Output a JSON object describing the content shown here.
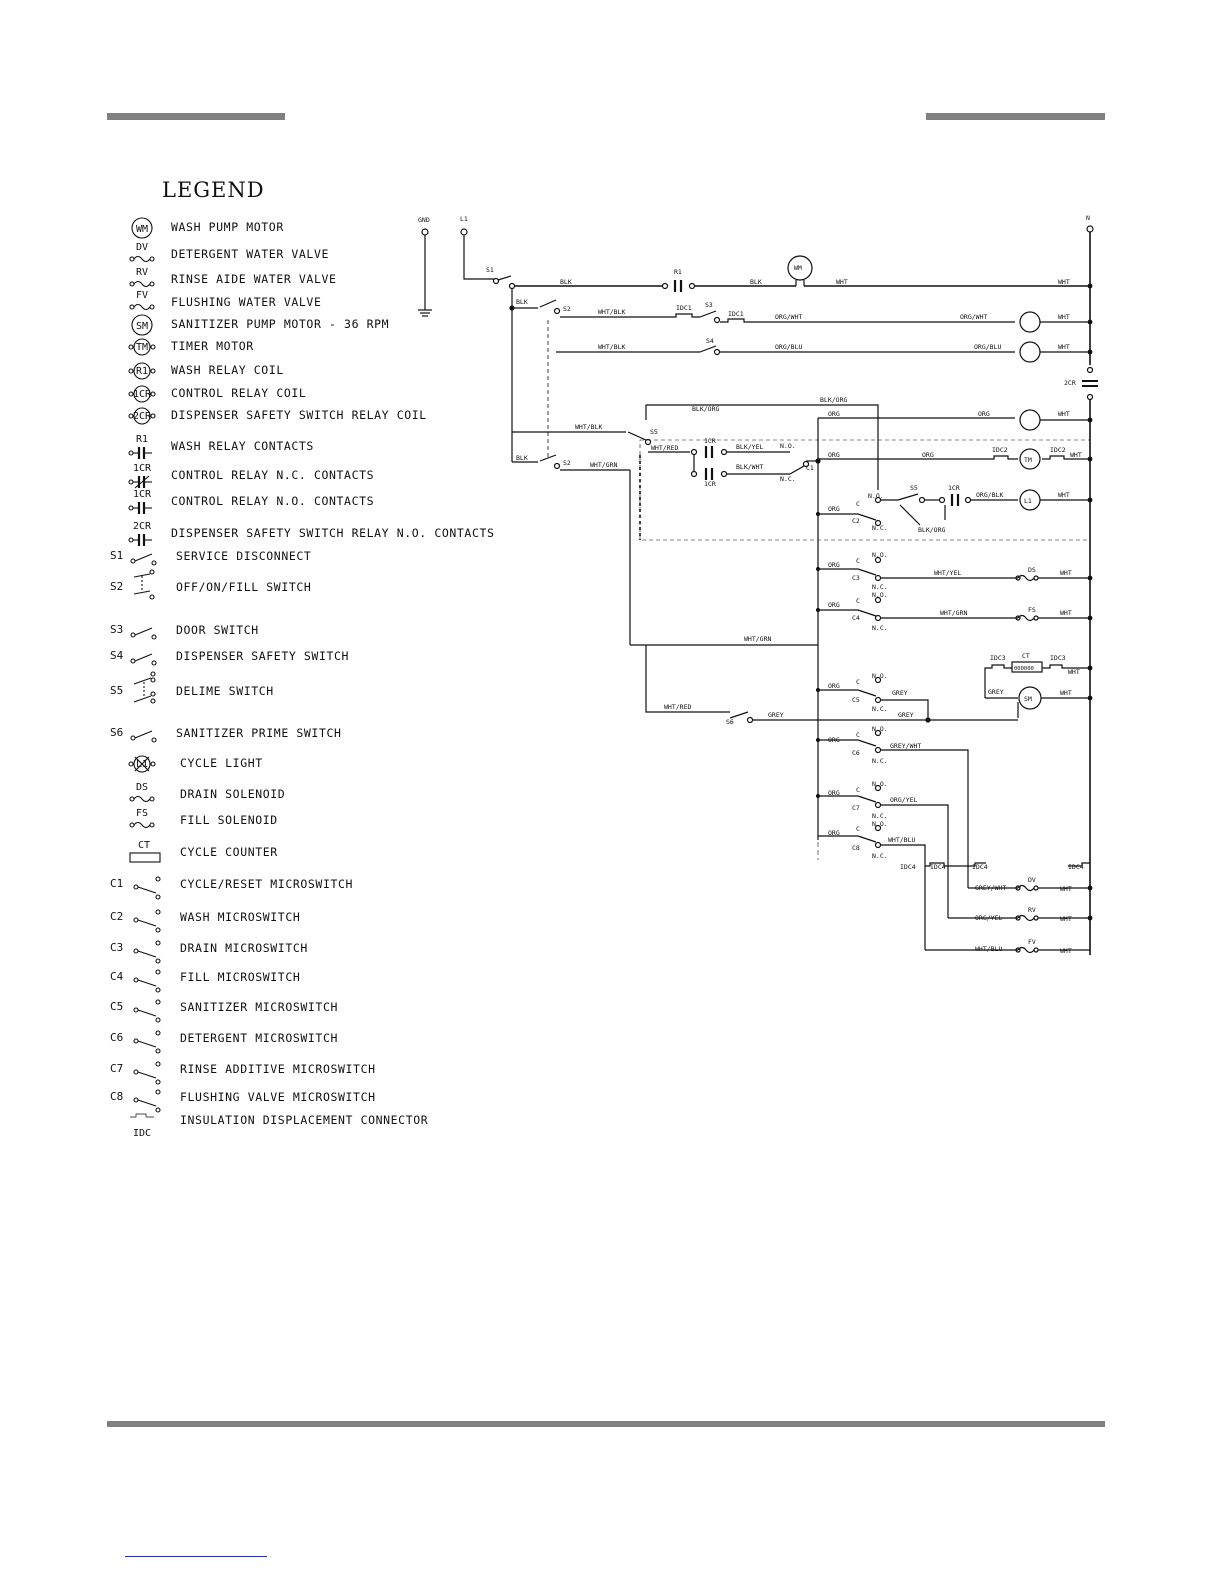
{
  "legend": {
    "title": "LEGEND",
    "items": [
      {
        "code": "WM",
        "desc": "WASH PUMP MOTOR",
        "kind": "motor"
      },
      {
        "code": "DV",
        "desc": "DETERGENT WATER VALVE",
        "kind": "valve"
      },
      {
        "code": "RV",
        "desc": "RINSE AIDE WATER VALVE",
        "kind": "valve"
      },
      {
        "code": "FV",
        "desc": "FLUSHING WATER VALVE",
        "kind": "valve"
      },
      {
        "code": "SM",
        "desc": "SANITIZER PUMP MOTOR - 36 RPM",
        "kind": "motor"
      },
      {
        "code": "TM",
        "desc": "TIMER MOTOR",
        "kind": "coil"
      },
      {
        "code": "R1",
        "desc": "WASH RELAY COIL",
        "kind": "coil"
      },
      {
        "code": "1CR",
        "desc": "CONTROL RELAY COIL",
        "kind": "coil"
      },
      {
        "code": "2CR",
        "desc": "DISPENSER SAFETY SWITCH RELAY COIL",
        "kind": "coil"
      },
      {
        "code": "R1",
        "desc": "WASH RELAY CONTACTS",
        "kind": "contact-no"
      },
      {
        "code": "1CR",
        "desc": "CONTROL RELAY N.C. CONTACTS",
        "kind": "contact-nc"
      },
      {
        "code": "1CR",
        "desc": "CONTROL RELAY N.O. CONTACTS",
        "kind": "contact-no"
      },
      {
        "code": "2CR",
        "desc": "DISPENSER SAFETY SWITCH RELAY N.O. CONTACTS",
        "kind": "contact-no"
      },
      {
        "code": "S1",
        "desc": "SERVICE DISCONNECT",
        "kind": "switch"
      },
      {
        "code": "S2",
        "desc": "OFF/ON/FILL SWITCH",
        "kind": "switch-3"
      },
      {
        "code": "S3",
        "desc": "DOOR SWITCH",
        "kind": "switch"
      },
      {
        "code": "S4",
        "desc": "DISPENSER SAFETY SWITCH",
        "kind": "switch"
      },
      {
        "code": "S5",
        "desc": "DELIME SWITCH",
        "kind": "switch-dpdt"
      },
      {
        "code": "S6",
        "desc": "SANITIZER PRIME SWITCH",
        "kind": "switch"
      },
      {
        "code": "L1",
        "desc": "CYCLE LIGHT",
        "kind": "light"
      },
      {
        "code": "DS",
        "desc": "DRAIN SOLENOID",
        "kind": "valve"
      },
      {
        "code": "FS",
        "desc": "FILL SOLENOID",
        "kind": "valve"
      },
      {
        "code": "CT",
        "desc": "CYCLE COUNTER",
        "kind": "counter"
      },
      {
        "code": "C1",
        "desc": "CYCLE/RESET MICROSWITCH",
        "kind": "micro"
      },
      {
        "code": "C2",
        "desc": "WASH MICROSWITCH",
        "kind": "micro"
      },
      {
        "code": "C3",
        "desc": "DRAIN MICROSWITCH",
        "kind": "micro"
      },
      {
        "code": "C4",
        "desc": "FILL MICROSWITCH",
        "kind": "micro"
      },
      {
        "code": "C5",
        "desc": "SANITIZER MICROSWITCH",
        "kind": "micro"
      },
      {
        "code": "C6",
        "desc": "DETERGENT MICROSWITCH",
        "kind": "micro"
      },
      {
        "code": "C7",
        "desc": "RINSE ADDITIVE MICROSWITCH",
        "kind": "micro"
      },
      {
        "code": "C8",
        "desc": "FLUSHING VALVE MICROSWITCH",
        "kind": "micro"
      },
      {
        "code": "IDC",
        "desc": "INSULATION DISPLACEMENT CONNECTOR",
        "kind": "idc"
      }
    ]
  },
  "schematic": {
    "terminals": {
      "gnd": "GND",
      "l1": "L1",
      "n": "N"
    },
    "wires": {
      "blk": "BLK",
      "wht": "WHT",
      "wht_blk": "WHT/BLK",
      "org_wht": "ORG/WHT",
      "org_blu": "ORG/BLU",
      "blk_org": "BLK/ORG",
      "org": "ORG",
      "wht_blk2": "WHT/BLK",
      "wht_red": "WHT/RED",
      "blk_yel": "BLK/YEL",
      "blk_wht": "BLK/WHT",
      "wht_grn": "WHT/GRN",
      "org_blk": "ORG/BLK",
      "wht_yel": "WHT/YEL",
      "grey": "GREY",
      "grey_wht": "GREY/WHT",
      "org_yel": "ORG/YEL",
      "wht_blu": "WHT/BLU"
    },
    "labels": {
      "s1": "S1",
      "s2": "S2",
      "s3": "S3",
      "s4": "S4",
      "s5": "S5",
      "s6": "S6",
      "r1": "R1",
      "wm": "WM",
      "idc1": "IDC1",
      "idc2": "IDC2",
      "idc3": "IDC3",
      "idc4": "IDC4",
      "ocr1": "1CR",
      "tcr": "2CR",
      "l1": "L1",
      "tm": "TM",
      "ds": "DS",
      "fs": "FS",
      "ct": "CT",
      "sm": "SM",
      "dv": "DV",
      "rv": "RV",
      "fv": "FV",
      "no": "N.O.",
      "nc": "N.C.",
      "c": "C",
      "c1": "C1",
      "c2": "C2",
      "c3": "C3",
      "c4": "C4",
      "c5": "C5",
      "c6": "C6",
      "c7": "C7",
      "c8": "C8",
      "counter_digits": "000000"
    }
  }
}
